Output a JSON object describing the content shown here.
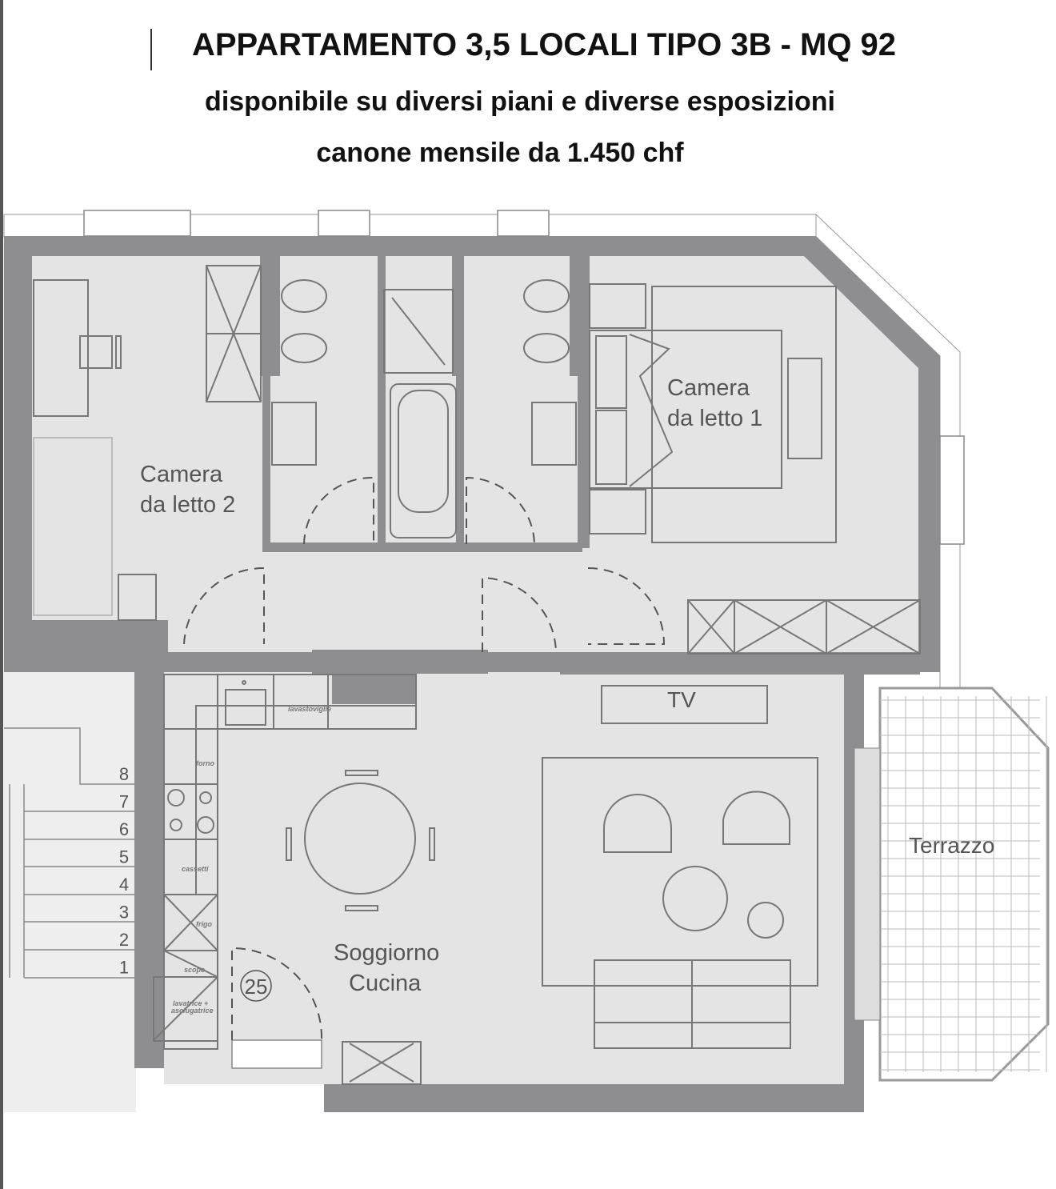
{
  "header": {
    "title": "APPARTAMENTO 3,5 LOCALI TIPO 3B - MQ 92",
    "subtitle": "disponibile su diversi piani e diverse esposizioni",
    "price": "canone mensile da 1.450 chf"
  },
  "rooms": {
    "bedroom2": [
      "Camera",
      "da letto 2"
    ],
    "bedroom1": [
      "Camera",
      "da letto 1"
    ],
    "living": [
      "Soggiorno",
      "Cucina"
    ],
    "terrace": "Terrazzo",
    "tv": "TV"
  },
  "kitchen_labels": {
    "dishwasher": "lavastoviglie",
    "oven": "forno",
    "drawers": "cassetti",
    "fridge": "frigo",
    "brooms": "scope",
    "washer": "lavatrice +",
    "dryer": "asciugatrice"
  },
  "unit_number": "25",
  "stair_steps": [
    "8",
    "7",
    "6",
    "5",
    "4",
    "3",
    "2",
    "1"
  ],
  "colors": {
    "wall": "#8e8e90",
    "floor": "#e4e4e4",
    "line": "#777777"
  }
}
